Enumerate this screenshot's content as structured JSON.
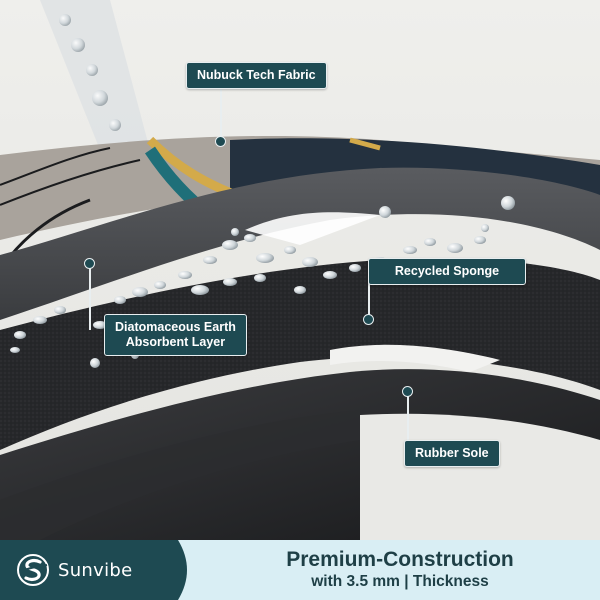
{
  "callouts": {
    "top_layer": "Nubuck Tech Fabric",
    "sponge_layer": "Recycled Sponge",
    "absorbent_layer_line1": "Diatomaceous Earth",
    "absorbent_layer_line2": "Absorbent Layer",
    "sole_layer": "Rubber Sole"
  },
  "banner": {
    "brand_name": "Sunvibe",
    "headline": "Premium-Construction",
    "subline": "with 3.5 mm | Thickness"
  },
  "colors": {
    "callout_bg": "#1e4a52",
    "banner_accent": "#1e4a52",
    "banner_light": "#d9eef4",
    "fabric_navy": "#24313f",
    "fabric_taupe": "#a9a39c",
    "stripe_gold": "#d3aa4a",
    "stripe_teal": "#1f6f79",
    "sponge_gray": "#4a4c4f",
    "absorbent_black": "#232426",
    "sole_dark": "#1c1d1f"
  }
}
